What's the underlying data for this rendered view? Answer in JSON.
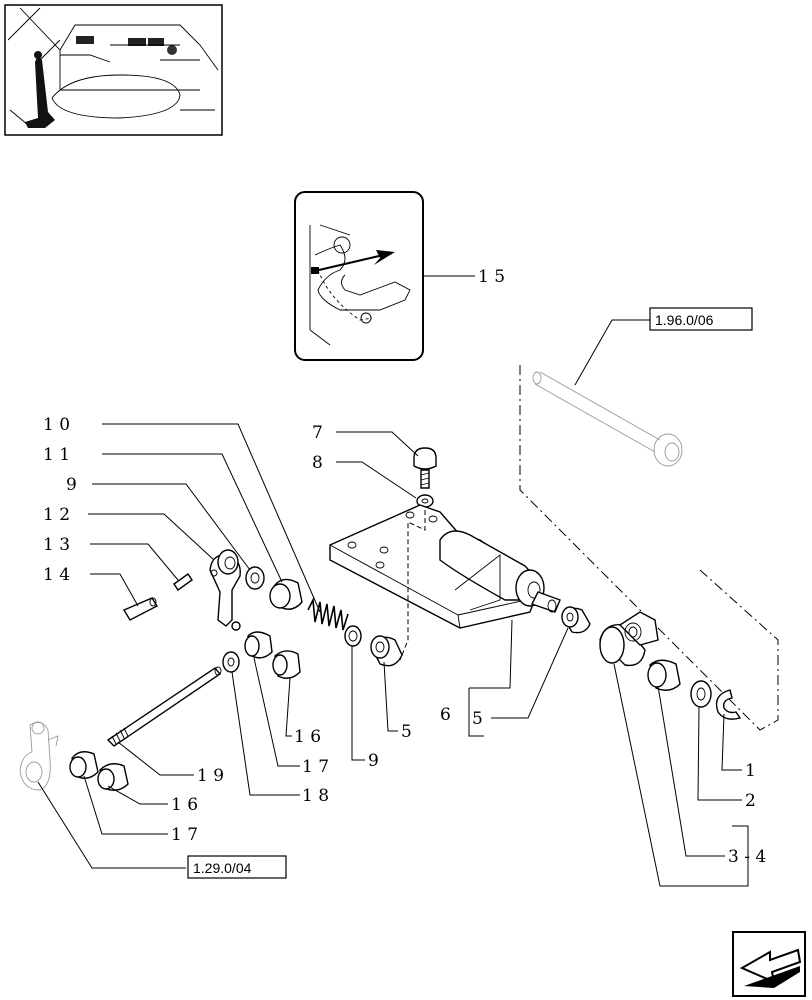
{
  "references": {
    "top_right": "1.96.0/06",
    "bottom_left": "1.29.0/04"
  },
  "callouts": {
    "n1": "1",
    "n2": "2",
    "n3_4": "3 - 4",
    "n5a": "5",
    "n6_5a": "6",
    "n6_5b": "5",
    "n7": "7",
    "n8": "8",
    "n9a": "9",
    "n9b": "9",
    "n10": "1 0",
    "n11": "1 1",
    "n12": "1 2",
    "n13": "1 3",
    "n14": "1 4",
    "n15": "1 5",
    "n16a": "1 6",
    "n16b": "1 6",
    "n17a": "1 7",
    "n17b": "1 7",
    "n18": "1 8",
    "n19": "1 9"
  },
  "icons": {
    "thumbnail": "tractor-cab-pedal-locator",
    "detail_inset": "pedal-arrow-detail",
    "nav": "next-page-arrow-icon"
  }
}
